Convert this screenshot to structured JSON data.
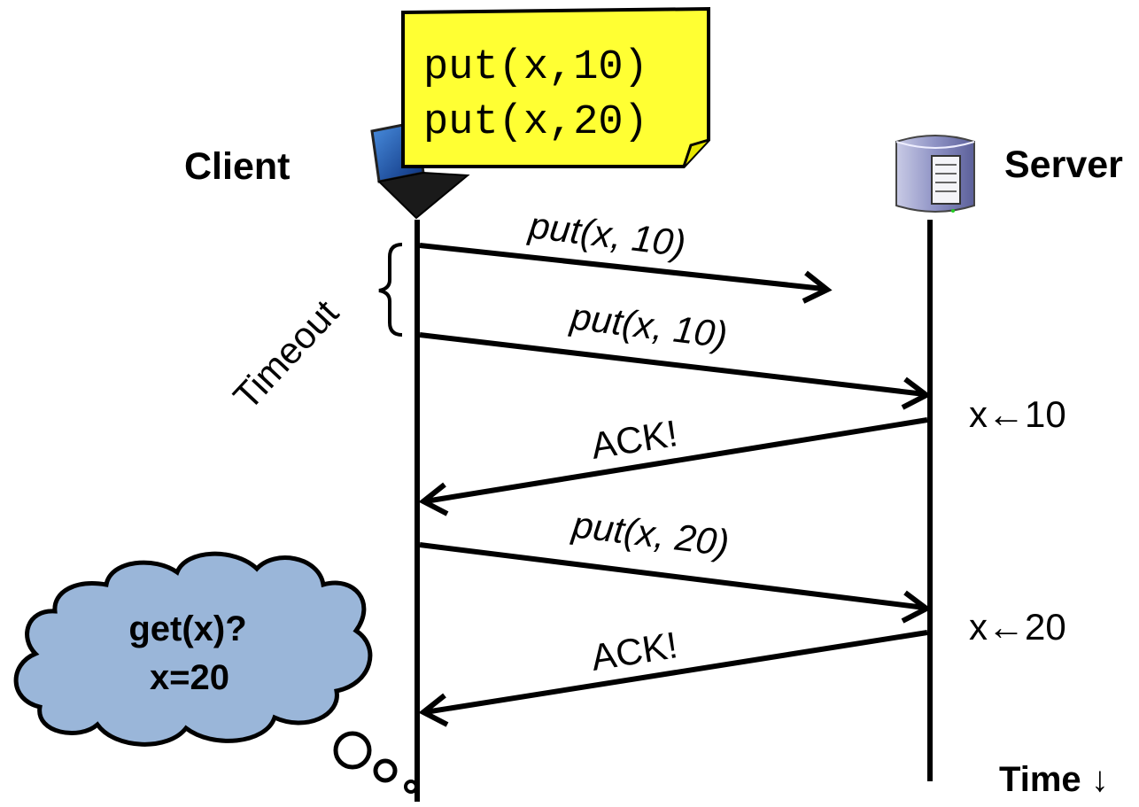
{
  "participants": {
    "client": "Client",
    "server": "Server"
  },
  "sticky_note": {
    "line1": "put(x,10)",
    "line2": "put(x,20)",
    "color": "#ffff33"
  },
  "timeout_label": "Timeout",
  "messages": {
    "m1": "put(x, 10)",
    "m2": "put(x, 10)",
    "m3": "ACK!",
    "m4": "put(x, 20)",
    "m5": "ACK!"
  },
  "server_state": {
    "s1": "x←10",
    "s2": "x←20"
  },
  "thought_cloud": {
    "line1": "get(x)?",
    "line2": "x=20",
    "color": "#9ab6d9"
  },
  "time_label": "Time ↓"
}
